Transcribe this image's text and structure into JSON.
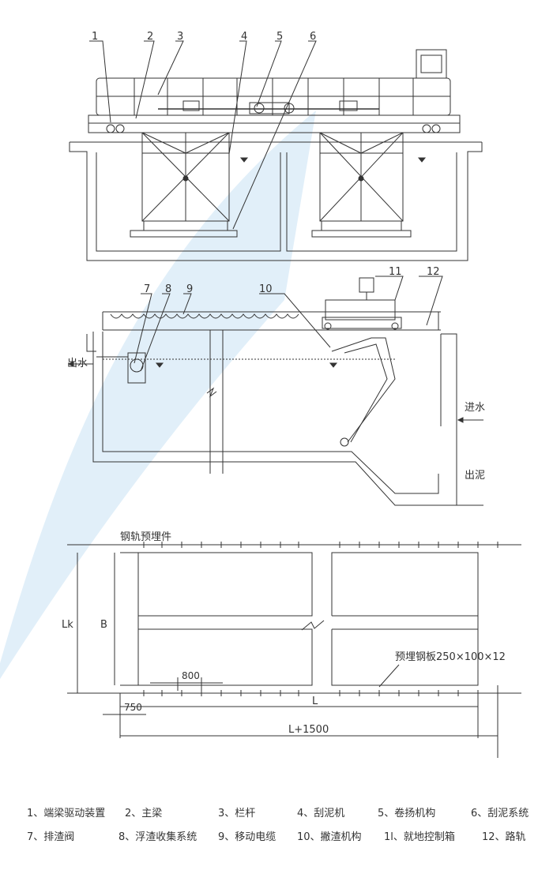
{
  "callouts_top": [
    "1",
    "2",
    "3",
    "4",
    "5",
    "6"
  ],
  "callouts_mid": [
    "7",
    "8",
    "9",
    "10",
    "11",
    "12"
  ],
  "flow_labels": {
    "outlet_water": "出水",
    "inlet_water": "进水",
    "sludge_out": "出泥"
  },
  "plan_labels": {
    "rail_embed": "钢轨预埋件",
    "plate_embed": "预埋钢板250×100×12",
    "dim_800": "800",
    "dim_750": "750",
    "dim_L": "L",
    "dim_L1500": "L+1500",
    "dim_B": "B",
    "dim_Lk": "Lk"
  },
  "legend": [
    [
      "1、端梁驱动装置",
      "2、主梁",
      "3、栏杆",
      "4、刮泥机",
      "5、卷扬机构",
      "6、刮泥系统"
    ],
    [
      "7、排渣阀",
      "8、浮渣收集系统",
      "9、移动电缆",
      "10、撇渣机构",
      "1l、就地控制箱",
      "12、路轨"
    ]
  ],
  "colors": {
    "line": "#333333",
    "watermark": "#dcecf8",
    "background": "#ffffff"
  }
}
